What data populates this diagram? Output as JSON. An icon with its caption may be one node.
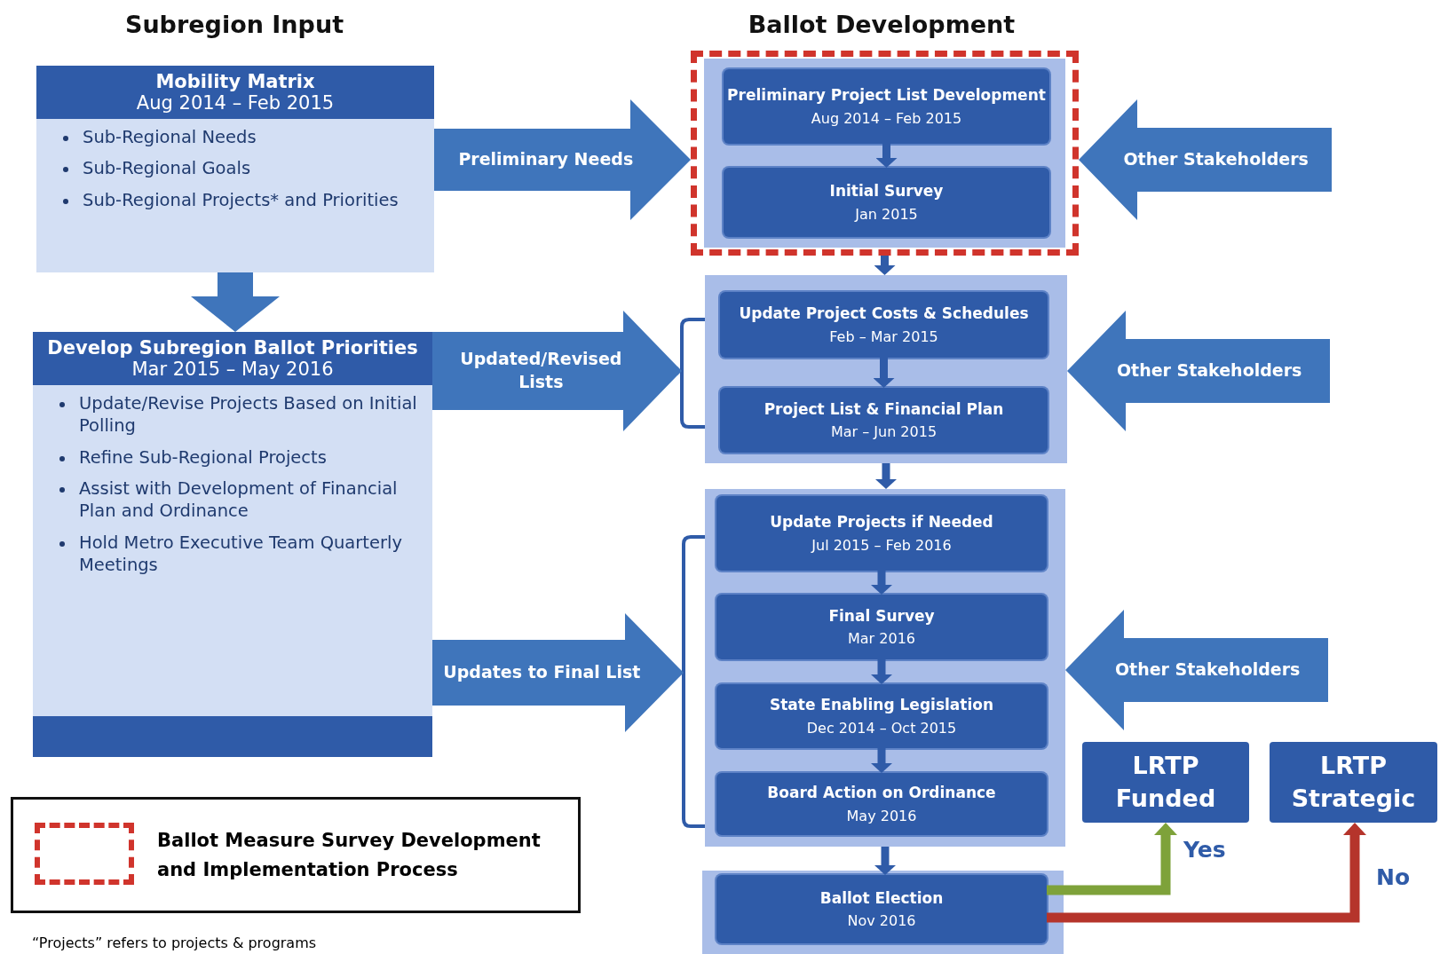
{
  "diagram": {
    "nodes": [
      {
        "text": [
          "Mobility Matrix",
          "Aug 2014 – Feb 2015",
          "Sub-Regional Needs",
          "Sub-Regional Goals",
          "Sub-Regional Projects* and Priorities"
        ]
      },
      {
        "text": [
          "Develop Subregion Ballot Priorities",
          "Mar 2015 – May 2016",
          "Update/Revise Projects Based on Initial Polling",
          "Refine Sub-Regional Projects",
          "Assist with Development of Financial Plan and Ordinance",
          "Hold Metro Executive Team Quarterly Meetings"
        ]
      },
      {
        "text": [],
        "shape": "box"
      },
      {
        "text": [
          "Preliminary Project List Development",
          "Aug 2014 – Feb 2015"
        ],
        "in": 2
      },
      {
        "text": [
          "Initial Survey",
          "Jan 2015"
        ],
        "in": 2
      },
      {
        "text": [],
        "shape": "box"
      },
      {
        "text": [
          "Update Project Costs & Schedules",
          "Feb – Mar 2015"
        ],
        "in": 5
      },
      {
        "text": [
          "Project List & Financial Plan",
          "Mar – Jun 2015"
        ],
        "in": 5
      },
      {
        "text": [],
        "shape": "box"
      },
      {
        "text": [
          "Update Projects if Needed",
          "Jul 2015 – Feb 2016"
        ],
        "in": 8
      },
      {
        "text": [
          "Final Survey",
          "Mar 2016"
        ],
        "in": 8
      },
      {
        "text": [
          "State Enabling Legislation",
          "Dec 2014 – Oct 2015"
        ],
        "in": 8
      },
      {
        "text": [
          "Board Action on Ordinance",
          "May 2016"
        ],
        "in": 8
      },
      {
        "text": [
          "Ballot Election",
          "Nov 2016"
        ]
      },
      {
        "text": [
          "LRTP Funded"
        ]
      },
      {
        "text": [
          "LRTP Strategic"
        ]
      }
    ],
    "edges": [
      {
        "from": 0,
        "to": 1,
        "arrow": "to",
        "style": "thick"
      },
      {
        "from": 0,
        "to": 2,
        "arrow": "to",
        "style": "thick",
        "label": "Preliminary Needs"
      },
      {
        "from": 1,
        "to": 5,
        "arrow": "to",
        "style": "thick",
        "label": "Updated/Revised Lists"
      },
      {
        "from": 1,
        "to": 8,
        "arrow": "to",
        "style": "thick",
        "label": "Updates to Final List"
      },
      {
        "from": null,
        "to": 2,
        "arrow": "to",
        "style": "thick",
        "label": "Other Stakeholders"
      },
      {
        "from": null,
        "to": 5,
        "arrow": "to",
        "style": "thick",
        "label": "Other Stakeholders"
      },
      {
        "from": null,
        "to": 8,
        "arrow": "to",
        "style": "thick",
        "label": "Other Stakeholders"
      },
      {
        "from": 3,
        "to": 4,
        "arrow": "to"
      },
      {
        "from": 2,
        "to": 5,
        "arrow": "to"
      },
      {
        "from": 6,
        "to": 7,
        "arrow": "to"
      },
      {
        "from": 5,
        "to": 8,
        "arrow": "to"
      },
      {
        "from": 9,
        "to": 10,
        "arrow": "to"
      },
      {
        "from": 10,
        "to": 11,
        "arrow": "to"
      },
      {
        "from": 11,
        "to": 12,
        "arrow": "to"
      },
      {
        "from": 8,
        "to": 13,
        "arrow": "to"
      },
      {
        "from": 13,
        "to": 14,
        "arrow": "to",
        "label": "Yes",
        "color": "#7ea23a"
      },
      {
        "from": 13,
        "to": 15,
        "arrow": "to",
        "label": "No",
        "color": "#b5342b"
      }
    ],
    "labels": [
      "Subregion Input",
      "Ballot Development",
      "“Projects” refers to projects & programs"
    ],
    "legend": [
      {
        "text": "Ballot Measure Survey Development and Implementation Process"
      }
    ]
  }
}
